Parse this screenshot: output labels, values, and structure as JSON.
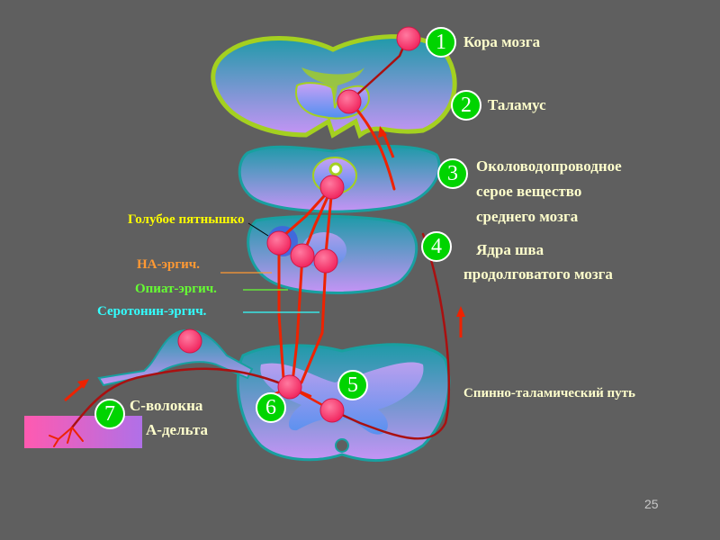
{
  "labels": {
    "cortex": "Кора мозга",
    "thalamus": "Таламус",
    "pag_line1": "Околоводопроводное",
    "pag_line2": "серое вещество",
    "pag_line3": "среднего мозга",
    "raphe_line1": "Ядра шва",
    "raphe_line2": "продолговатого мозга",
    "locus": "Голубое пятнышко",
    "na": "НА-эргич.",
    "opiate": "Опиат-эргич.",
    "serotonin": "Серотонин-эргич.",
    "spinothalamic": "Спинно-таламический путь",
    "c_fibers": "С-волокна",
    "a_delta": "А-дельта"
  },
  "numbers": [
    "1",
    "2",
    "3",
    "4",
    "5",
    "6",
    "7"
  ],
  "page_number": "25",
  "colors": {
    "background": "#5f5f5f",
    "number_badge": "#00d400",
    "neuron": "#ff3366",
    "pathway": "#ee2200",
    "label_main": "#ffffcc",
    "label_locus": "#ffff00",
    "label_na": "#ff9933",
    "label_opiate": "#66ff33",
    "label_serotonin": "#33ffff"
  }
}
